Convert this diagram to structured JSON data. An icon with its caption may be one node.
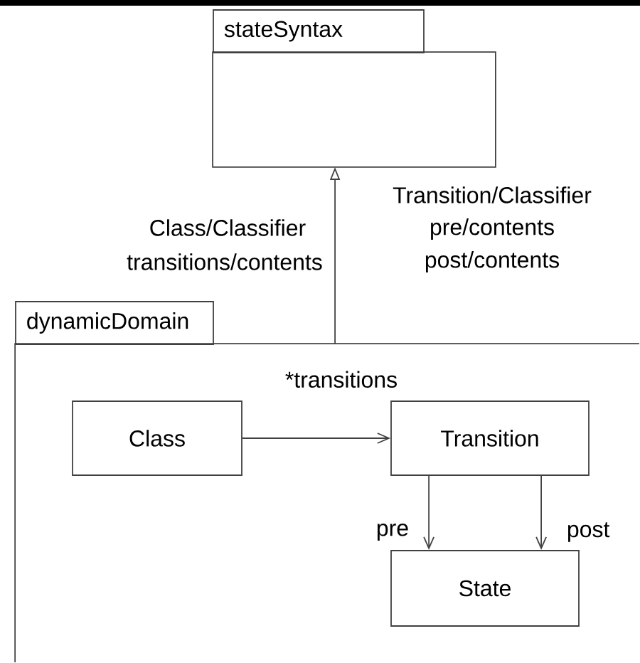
{
  "diagram": {
    "nodes": [
      {
        "text": [
          "stateSyntax"
        ]
      },
      {
        "text": [
          "dynamicDomain"
        ]
      },
      {
        "text": [
          "Class"
        ],
        "in": 1
      },
      {
        "text": [
          "Transition"
        ],
        "in": 1
      },
      {
        "text": [
          "State"
        ],
        "in": 1
      }
    ],
    "edges": [
      {
        "from": 1,
        "to": 0,
        "arrow": "to"
      },
      {
        "from": 2,
        "to": 3,
        "arrow": "to",
        "label": "*transitions"
      },
      {
        "from": 3,
        "to": 4,
        "arrow": "to",
        "label": "pre"
      },
      {
        "from": 3,
        "to": 4,
        "arrow": "to",
        "label": "post"
      }
    ],
    "labels": [
      "Class/Classifier",
      "transitions/contents",
      "Transition/Classifier",
      "pre/contents",
      "post/contents"
    ]
  }
}
